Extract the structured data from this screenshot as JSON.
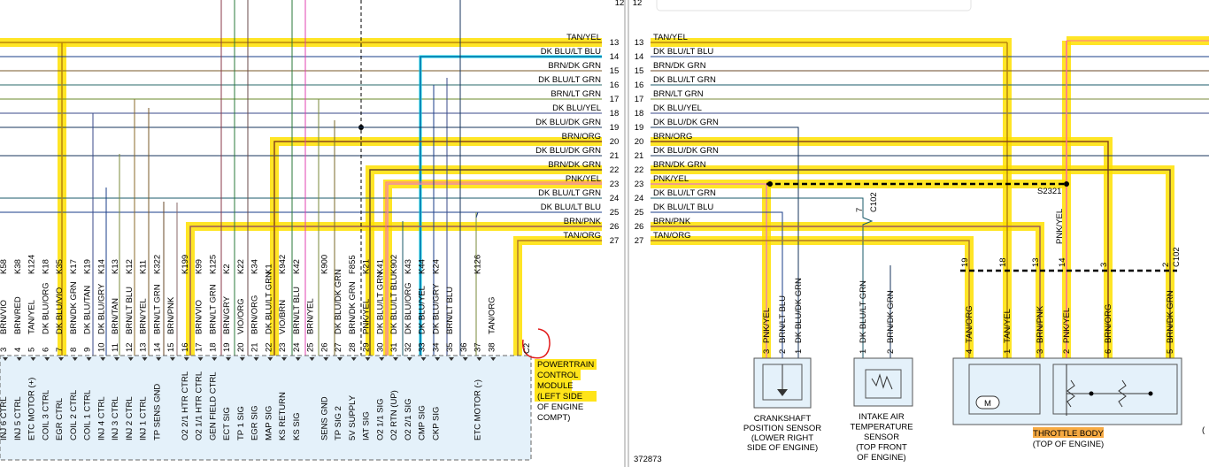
{
  "pins_left": [
    "13",
    "14",
    "15",
    "16",
    "17",
    "18",
    "19",
    "20",
    "21",
    "22",
    "23",
    "24",
    "25",
    "26",
    "27"
  ],
  "wire_colors": [
    "TAN/YEL",
    "DK BLU/LT BLU",
    "BRN/DK GRN",
    "DK BLU/LT GRN",
    "BRN/LT GRN",
    "DK BLU/YEL",
    "DK BLU/DK GRN",
    "BRN/ORG",
    "DK BLU/DK GRN",
    "BRN/DK GRN",
    "PNK/YEL",
    "DK BLU/LT GRN",
    "DK BLU/LT BLU",
    "BRN/PNK",
    "TAN/ORG"
  ],
  "top_pin_12": "12",
  "pcm": {
    "pins": [
      "3",
      "4",
      "5",
      "6",
      "7",
      "8",
      "9",
      "10",
      "11",
      "12",
      "13",
      "14",
      "15",
      "16",
      "17",
      "18",
      "19",
      "20",
      "21",
      "22",
      "23",
      "24",
      "25",
      "26",
      "27",
      "28",
      "29",
      "30",
      "31",
      "32",
      "33",
      "34",
      "35",
      "36",
      "37",
      "38"
    ],
    "wires": [
      "BRN/VIO",
      "BRN/RED",
      "TAN/YEL",
      "DK BLU/ORG",
      "DK BLU/VIO",
      "BRN/DK GRN",
      "DK BLU/TAN",
      "DK BLU/GRY",
      "BRN/TAN",
      "BRN/LT BLU",
      "BRN/YEL",
      "BRN/LT GRN",
      "BRN/PNK",
      "",
      "BRN/VIO",
      "BRN/LT GRN",
      "BRN/GRY",
      "VIO/ORG",
      "BRN/ORG",
      "DK BLU/LT GRN",
      "VIO/BRN",
      "BRN/LT BLU",
      "BRN/YEL",
      "",
      "DK BLU/DK GRN",
      "BRN/DK GRN",
      "PNK/YEL",
      "DK BLU/LT GRN",
      "DK BLU/LT BLU",
      "DK BLU/ORG",
      "DK BLU/YEL",
      "DK BLU/GRY",
      "BRN/LT BLU",
      "",
      "",
      "TAN/ORG"
    ],
    "circuits": [
      "K58",
      "K38",
      "K124",
      "K18",
      "K35",
      "K17",
      "K19",
      "K14",
      "K13",
      "K12",
      "K11",
      "K322",
      "",
      "K199",
      "K99",
      "K125",
      "K2",
      "K22",
      "K34",
      "K1",
      "K942",
      "K42",
      "",
      "K900",
      "",
      "F855",
      "K21",
      "K41",
      "K902",
      "K43",
      "K44",
      "K24",
      "",
      "",
      "K126",
      ""
    ],
    "signals": [
      "INJ 6 CTRL",
      "INJ 5 CTRL",
      "ETC MOTOR (+)",
      "COIL 3 CTRL",
      "EGR CTRL",
      "COIL 2 CTRL",
      "COIL 1 CTRL",
      "INJ 4 CTRL",
      "INJ 3 CTRL",
      "INJ 2 CTRL",
      "INJ 1 CTRL",
      "TP SENS GND",
      "",
      "O2 2/1 HTR CTRL",
      "O2 1/1 HTR CTRL",
      "GEN FIELD CTRL",
      "ECT SIG",
      "TP 1 SIG",
      "EGR SIG",
      "MAP SIG",
      "KS RETURN",
      "KS SIG",
      "",
      "SENS GND",
      "TP SIG 2",
      "5V SUPPLY",
      "IAT SIG",
      "O2 1/1 SIG",
      "O2 RTN (UP)",
      "O2 2/1 SIG",
      "CMP SIG",
      "CKP SIG",
      "",
      "",
      "ETC MOTOR (-)",
      ""
    ],
    "connector": "C2",
    "name_lines": [
      "POWERTRAIN",
      "CONTROL",
      "MODULE",
      "(LEFT SIDE",
      "OF ENGINE",
      "COMPT)"
    ]
  },
  "right": {
    "splice": "S2321",
    "c102_a": "C102",
    "c102_b": "C102",
    "pin_7": "7",
    "ckp": {
      "pins": [
        "3",
        "2",
        "1"
      ],
      "wires": [
        "PNK/YEL",
        "BRN/LT BLU",
        "DK BLU/DK GRN"
      ],
      "name_lines": [
        "CRANKSHAFT",
        "POSITION SENSOR",
        "(LOWER RIGHT",
        "SIDE OF ENGINE)"
      ]
    },
    "iat": {
      "pins": [
        "1",
        "2"
      ],
      "wires": [
        "DK BLU/LT GRN",
        "BRN/DK GRN"
      ],
      "name_lines": [
        "INTAKE AIR",
        "TEMPERATURE",
        "SENSOR",
        "(TOP FRONT",
        "OF ENGINE)"
      ]
    },
    "tb": {
      "pins": [
        "4",
        "1",
        "3",
        "2",
        "6",
        "5"
      ],
      "wires": [
        "TAN/ORG",
        "TAN/YEL",
        "BRN/PNK",
        "PNK/YEL",
        "BRN/ORG",
        "BRN/DK GRN"
      ],
      "c102_pins": [
        "19",
        "18",
        "13",
        "14",
        "3",
        "2"
      ],
      "name": "THROTTLE BODY",
      "location": "(TOP OF ENGINE)",
      "motor": "M"
    },
    "vertical_pnk": "PNK/YEL"
  },
  "figure_id": "372873",
  "edge_letter": "("
}
